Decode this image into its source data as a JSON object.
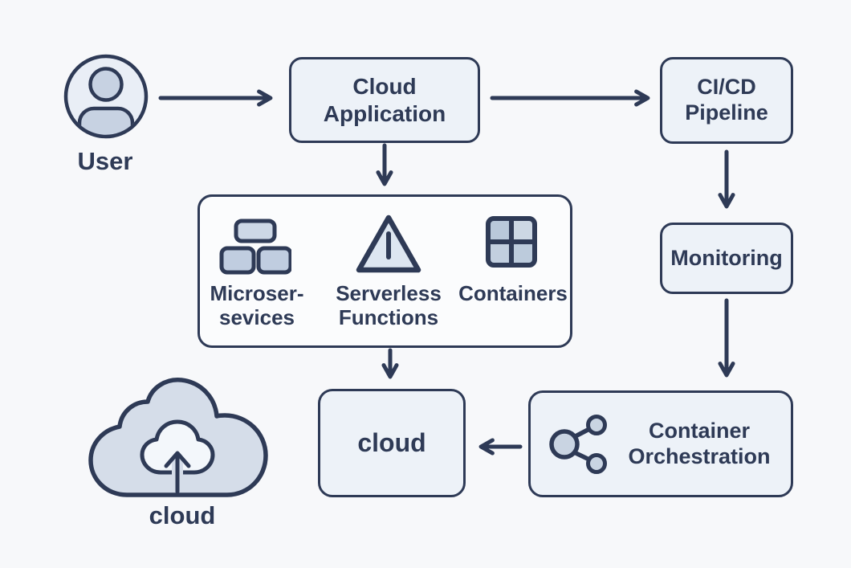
{
  "diagram": {
    "colors": {
      "ink": "#2e3a56",
      "box_fill": "#edf2f8",
      "group_fill": "#fbfcfd",
      "icon_fill": "#c7d2e2",
      "triangle_fill": "#dde6f1",
      "cloud_fill": "#d5dde9",
      "background": "#f7f8fa"
    },
    "nodes": {
      "user": {
        "label": "User",
        "icon": "user-avatar-icon"
      },
      "cloud_application": {
        "label": "Cloud Application"
      },
      "cicd_pipeline": {
        "label": "CI/CD Pipeline"
      },
      "monitoring": {
        "label": "Monitoring"
      },
      "container_orchestration": {
        "label": "Container Orchestration",
        "icon": "share-network-icon"
      },
      "cloud_target": {
        "label": "cloud"
      },
      "cloud_storage": {
        "label": "cloud",
        "icon": "cloud-upload-icon"
      }
    },
    "services": {
      "items": [
        {
          "name": "microservices",
          "icon": "microservices-blocks-icon",
          "line1": "Microser-",
          "line2": "sevices"
        },
        {
          "name": "serverless-functions",
          "icon": "warning-triangle-icon",
          "line1": "Serverless",
          "line2": "Functions"
        },
        {
          "name": "containers",
          "icon": "containers-grid-icon",
          "line1": "Containers",
          "line2": ""
        }
      ]
    },
    "edges": [
      "user -> cloud_application",
      "cloud_application -> cicd_pipeline",
      "cloud_application -> services_group",
      "services_group -> cloud_target",
      "cicd_pipeline -> monitoring",
      "monitoring -> container_orchestration",
      "container_orchestration -> cloud_target"
    ]
  }
}
